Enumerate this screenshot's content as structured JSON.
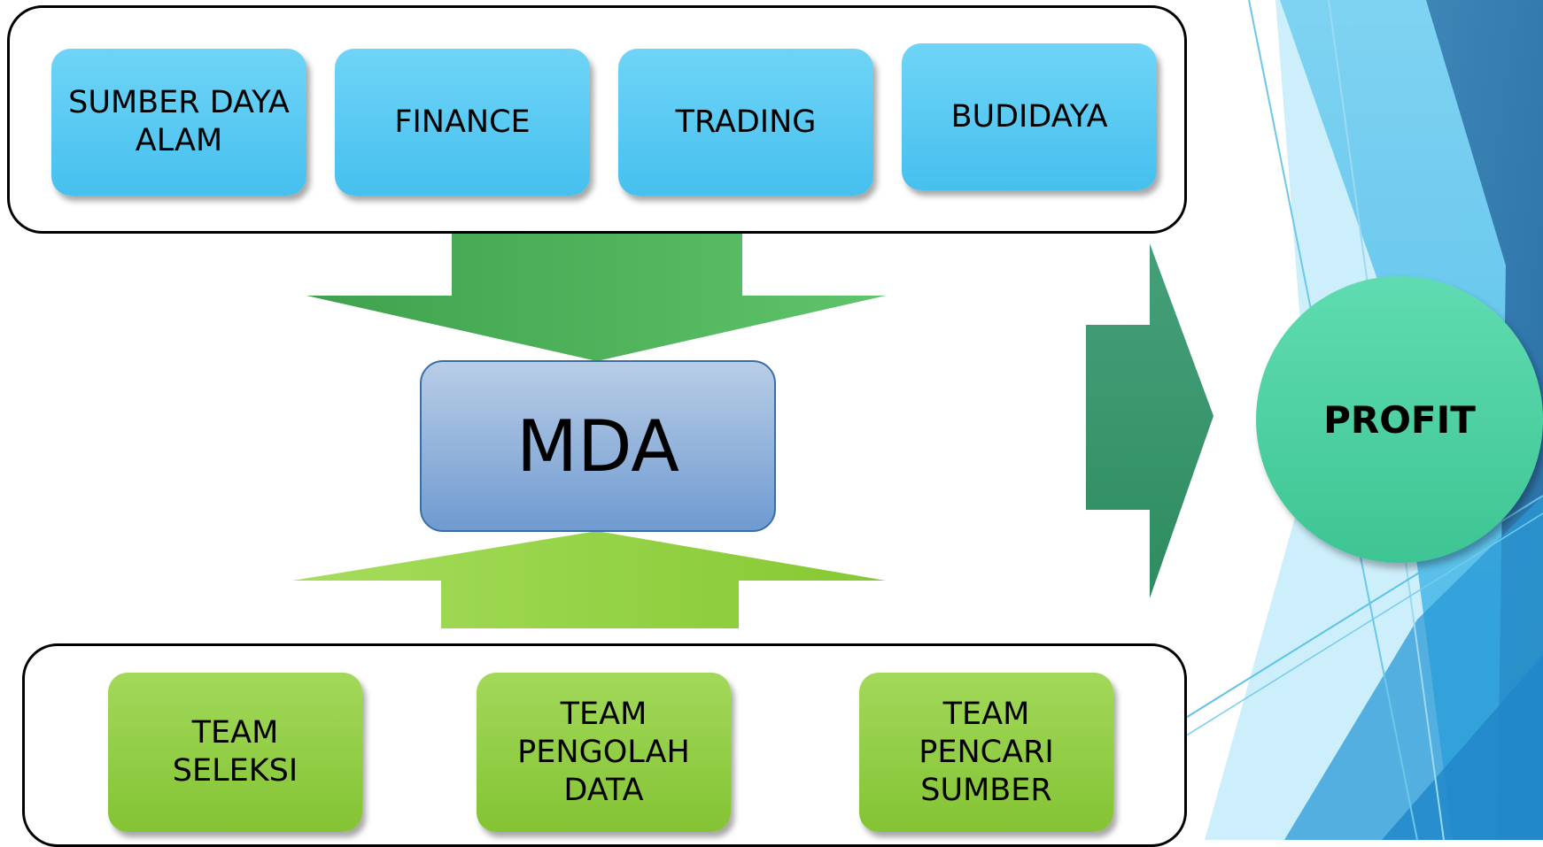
{
  "sources": [
    {
      "label": "SUMBER DAYA\nALAM"
    },
    {
      "label": "FINANCE"
    },
    {
      "label": "TRADING"
    },
    {
      "label": "BUDIDAYA"
    }
  ],
  "center": {
    "label": "MDA"
  },
  "teams": [
    {
      "label": "TEAM\nSELEKSI"
    },
    {
      "label": "TEAM\nPENGOLAH\nDATA"
    },
    {
      "label": "TEAM\nPENCARI\nSUMBER"
    }
  ],
  "result": {
    "label": "PROFIT"
  },
  "colors": {
    "source_box": "#52c6f0",
    "team_box": "#8fcd40",
    "center_box": "#8fb1db",
    "result_circle": "#4fd1a2",
    "down_arrow": "#4cae54",
    "up_arrow": "#8fcf3f",
    "right_arrow": "#3a9a6e"
  }
}
